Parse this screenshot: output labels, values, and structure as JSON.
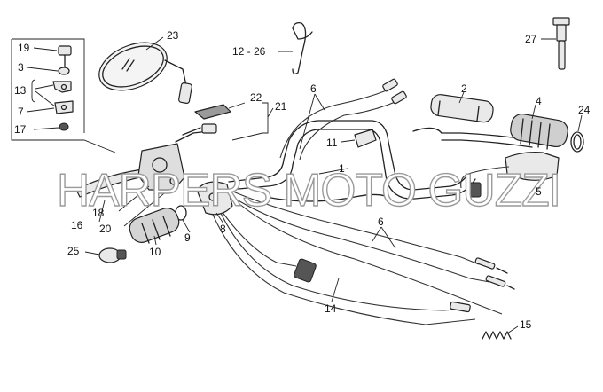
{
  "diagram": {
    "watermark": "HARPERS MOTO GUZZI",
    "callouts": {
      "c1": "1",
      "c2": "2",
      "c3": "3",
      "c4": "4",
      "c5": "5",
      "c6a": "6",
      "c6b": "6",
      "c7": "7",
      "c8": "8",
      "c9": "9",
      "c10": "10",
      "c11": "11",
      "c12_26": "12 - 26",
      "c13": "13",
      "c14": "14",
      "c15": "15",
      "c16": "16",
      "c17": "17",
      "c18": "18",
      "c19": "19",
      "c20": "20",
      "c21": "21",
      "c22": "22",
      "c23": "23",
      "c24": "24",
      "c25": "25",
      "c27": "27"
    }
  }
}
